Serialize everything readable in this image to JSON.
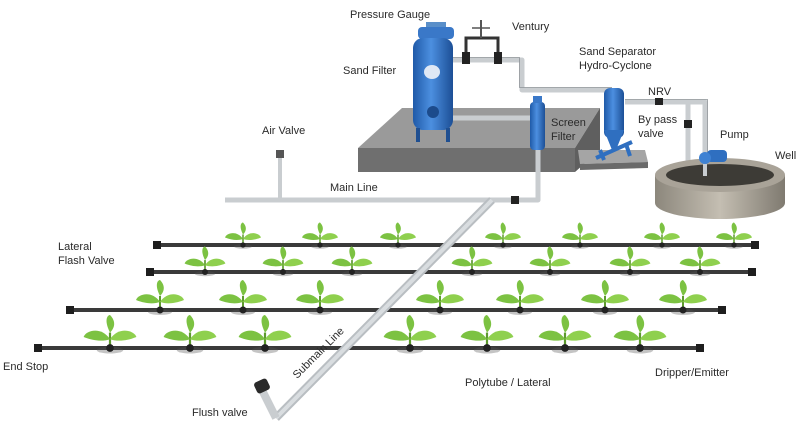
{
  "labels": {
    "pressure_gauge": "Pressure Gauge",
    "ventury": "Ventury",
    "sand_filter": "Sand Filter",
    "sand_separator_line1": "Sand Separator",
    "sand_separator_line2": "Hydro-Cyclone",
    "nrv": "NRV",
    "bypass_line1": "By pass",
    "bypass_line2": "valve",
    "pump": "Pump",
    "well": "Well",
    "screen_filter_line1": "Screen",
    "screen_filter_line2": "Filter",
    "air_valve": "Air Valve",
    "main_line": "Main Line",
    "lateral_line1": "Lateral",
    "lateral_line2": "Flash Valve",
    "end_stop": "End Stop",
    "flush_valve": "Flush valve",
    "submain_line": "Submain Line",
    "polytube": "Polytube / Lateral",
    "dripper": "Dripper/Emitter"
  },
  "colors": {
    "equipment_blue": "#2f6fc0",
    "pipe_gray": "#c9cdd0",
    "lateral_dark": "#3a3a3a",
    "plant_green": "#7cc242",
    "slab_gray": "#8a8a8a"
  }
}
